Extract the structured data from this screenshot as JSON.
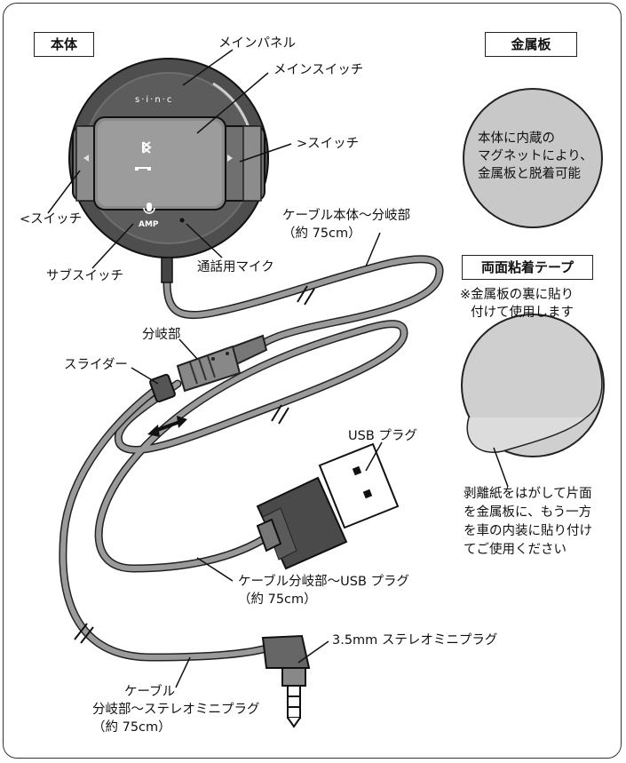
{
  "boxes": {
    "main_body": "本体",
    "metal_plate": "金属板",
    "tape": "両面粘着テープ"
  },
  "labels": {
    "main_panel": "メインパネル",
    "main_switch": "メインスイッチ",
    "right_switch": ">スイッチ",
    "left_switch": "<スイッチ",
    "sub_switch": "サブスイッチ",
    "mic": "通話用マイク",
    "cable_body_l1": "ケーブル本体〜分岐部",
    "cable_body_l2": "（約 75cm）",
    "branch": "分岐部",
    "slider": "スライダー",
    "usb_plug": "USB プラグ",
    "cable_usb_l1": "ケーブル分岐部〜USB プラグ",
    "cable_usb_l2": "（約 75cm）",
    "stereo_plug": "3.5mm ステレオミニプラグ",
    "cable_stereo_l1": "ケーブル",
    "cable_stereo_l2": "分岐部〜ステレオミニプラグ",
    "cable_stereo_l3": "（約 75cm）"
  },
  "device": {
    "logo": "s·i·n·c",
    "amp": "AMP"
  },
  "metal_plate_text": "本体に内蔵の\nマグネットにより、\n金属板と脱着可能",
  "tape_note_l1": "※金属板の裏に貼り",
  "tape_note_l2": "付けて使用します",
  "tape_instructions": "剥離紙をはがして片面\nを金属板に、もう一方\nを車の内装に貼り付け\nてご使用ください",
  "colors": {
    "cable": "#8c8c8c",
    "body_dark": "#555555",
    "panel": "#9a9a9a",
    "plate": "#c8c8c8"
  }
}
